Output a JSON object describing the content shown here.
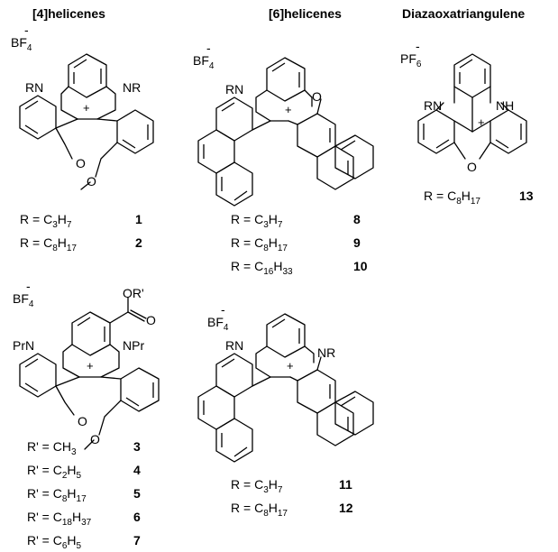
{
  "headers": {
    "h4": "[4]helicenes",
    "h6": "[6]helicenes",
    "tri": "Diazaoxatriangulene"
  },
  "ions": {
    "bf4": "BF",
    "bf4_sub": "4",
    "pf6": "PF",
    "pf6_sub": "6",
    "minus": "-"
  },
  "atoms": {
    "rn": "RN",
    "nr": "NR",
    "nh": "NH",
    "o": "O",
    "prn": "PrN",
    "npr": "NPr",
    "or_prime": "OR'",
    "plus": "+"
  },
  "series": {
    "helicene4": [
      {
        "label": "R = C",
        "sub1": "3",
        "mid": "H",
        "sub2": "7",
        "num": "1"
      },
      {
        "label": "R = C",
        "sub1": "8",
        "mid": "H",
        "sub2": "17",
        "num": "2"
      }
    ],
    "helicene6_top": [
      {
        "label": "R = C",
        "sub1": "3",
        "mid": "H",
        "sub2": "7",
        "num": "8"
      },
      {
        "label": "R = C",
        "sub1": "8",
        "mid": "H",
        "sub2": "17",
        "num": "9"
      },
      {
        "label": "R = C",
        "sub1": "16",
        "mid": "H",
        "sub2": "33",
        "num": "10"
      }
    ],
    "triangulene": [
      {
        "label": "R = C",
        "sub1": "8",
        "mid": "H",
        "sub2": "17",
        "num": "13"
      }
    ],
    "ester": [
      {
        "label": "R' = CH",
        "sub1": "3",
        "mid": "",
        "sub2": "",
        "num": "3"
      },
      {
        "label": "R' = C",
        "sub1": "2",
        "mid": "H",
        "sub2": "5",
        "num": "4"
      },
      {
        "label": "R' = C",
        "sub1": "8",
        "mid": "H",
        "sub2": "17",
        "num": "5"
      },
      {
        "label": "R' = C",
        "sub1": "18",
        "mid": "H",
        "sub2": "37",
        "num": "6"
      },
      {
        "label": "R' = C",
        "sub1": "6",
        "mid": "H",
        "sub2": "5",
        "num": "7"
      }
    ],
    "helicene6_bottom": [
      {
        "label": "R = C",
        "sub1": "3",
        "mid": "H",
        "sub2": "7",
        "num": "11"
      },
      {
        "label": "R = C",
        "sub1": "8",
        "mid": "H",
        "sub2": "17",
        "num": "12"
      }
    ]
  }
}
